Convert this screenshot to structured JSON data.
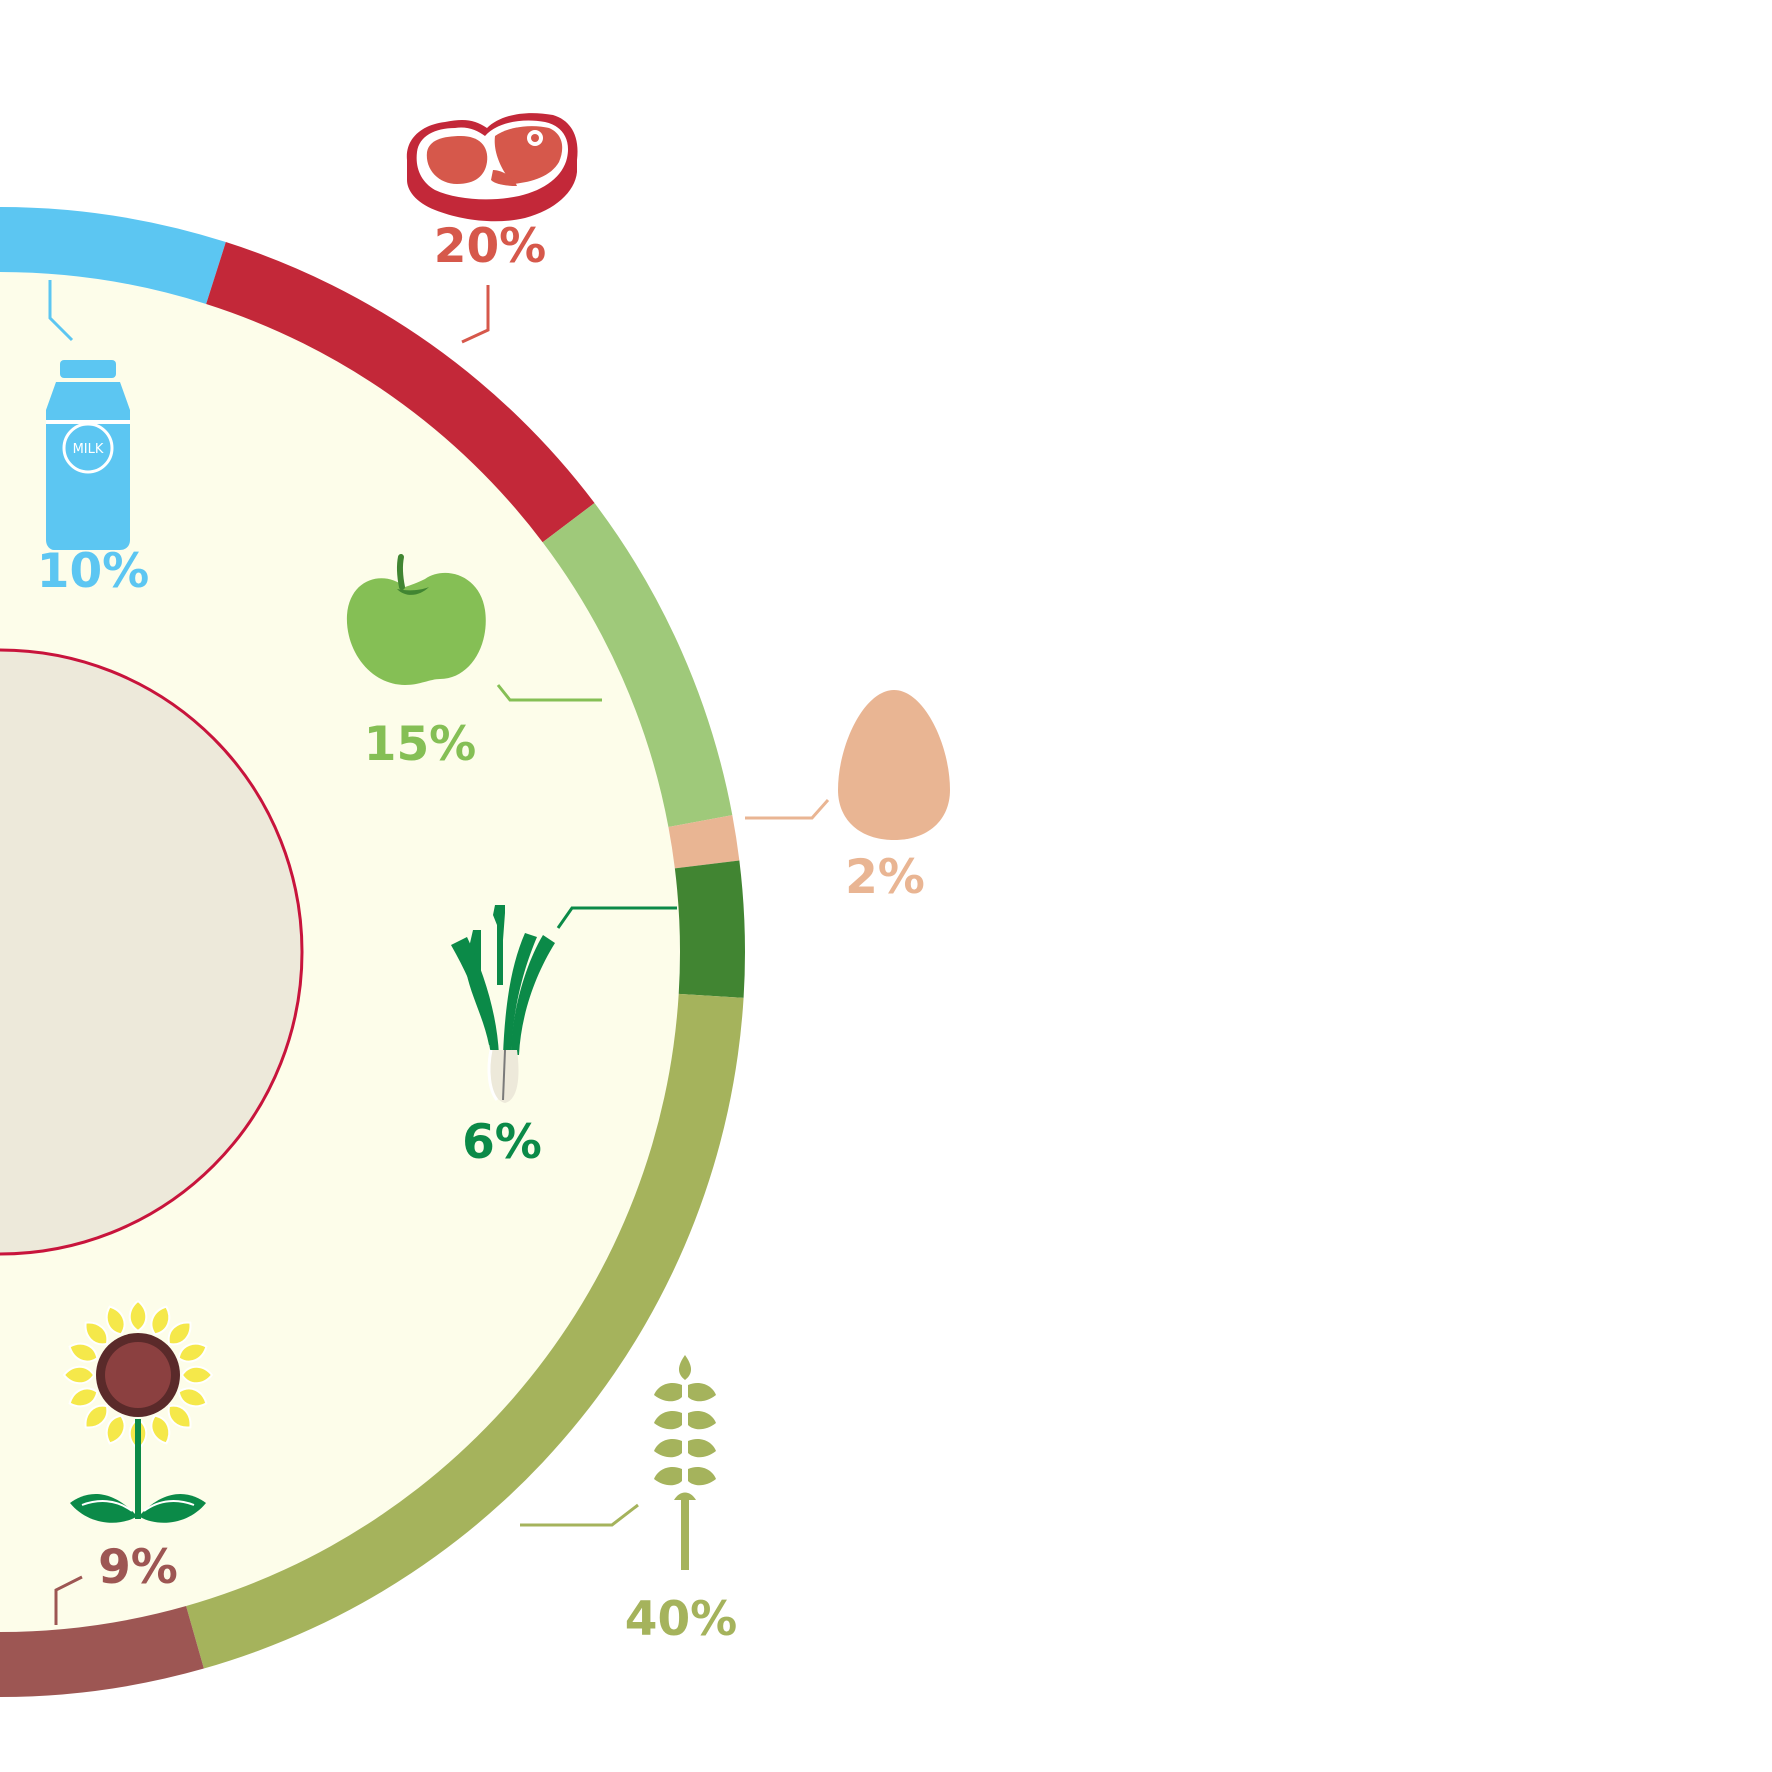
{
  "chart_data": {
    "type": "pie",
    "variant": "half-donut",
    "series": [
      {
        "category": "milk",
        "value": 10,
        "label": "10%",
        "color": "#5cc6f2",
        "label_color": "#5cc6f2",
        "icon": "milk-carton-icon"
      },
      {
        "category": "meat",
        "value": 20,
        "label": "20%",
        "color": "#c32839",
        "label_color": "#d6584b",
        "icon": "steak-icon"
      },
      {
        "category": "fruit",
        "value": 15,
        "label": "15%",
        "color": "#9fc97a",
        "label_color": "#85bf55",
        "icon": "apple-icon"
      },
      {
        "category": "eggs",
        "value": 2,
        "label": "2%",
        "color": "#e9b593",
        "label_color": "#e9b593",
        "icon": "egg-icon"
      },
      {
        "category": "vegetables",
        "value": 6,
        "label": "6%",
        "color": "#418532",
        "label_color": "#0b8a48",
        "icon": "leek-icon"
      },
      {
        "category": "cereals",
        "value": 40,
        "label": "40%",
        "color": "#a5b35c",
        "label_color": "#a5b35c",
        "icon": "wheat-icon"
      },
      {
        "category": "oils",
        "value": 9,
        "label": "9%",
        "color": "#9d5653",
        "label_color": "#9d5653",
        "icon": "sunflower-icon"
      }
    ],
    "colors": {
      "plate": "#fdfdea",
      "center": "#ede9da",
      "center_outline": "#c8143c"
    }
  }
}
